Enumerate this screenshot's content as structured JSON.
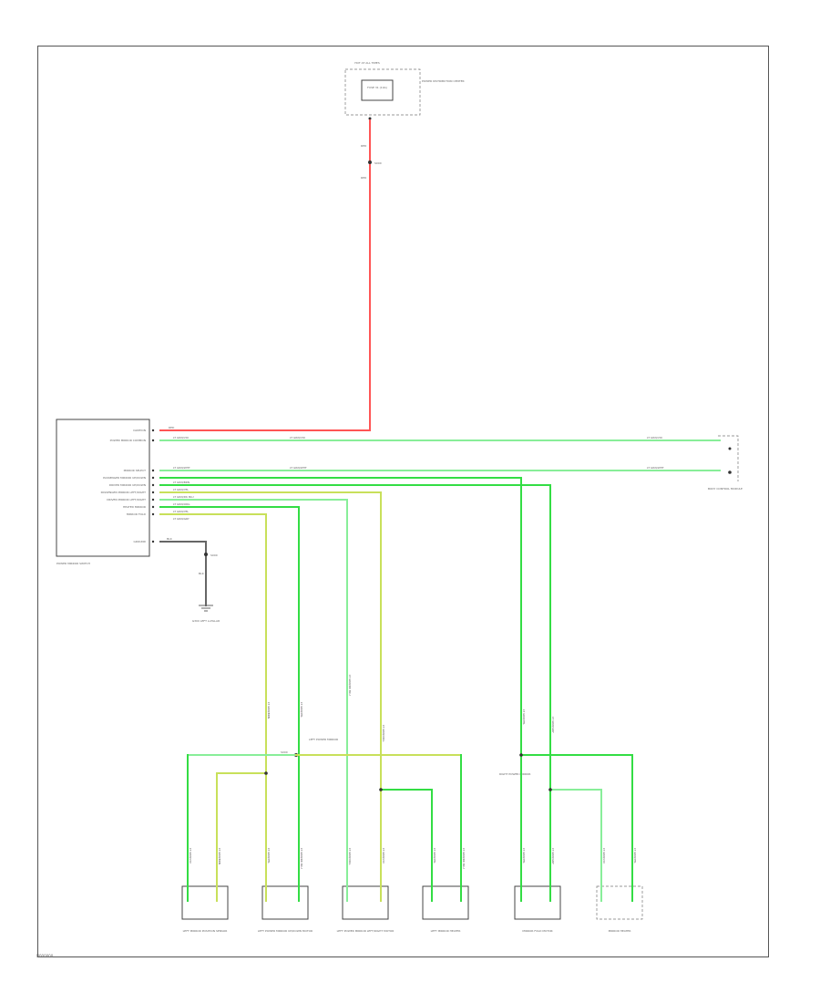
{
  "colors": {
    "red": "#ff5555",
    "green": "#33dd44",
    "lightgreen": "#88ee99",
    "yellowgreen": "#c8e05a",
    "black": "#555555"
  },
  "fuse_block": {
    "title": "HOT AT ALL TIMES",
    "fuse": "FUSE 31 (10A)",
    "location": "POWER DISTRIBUTION CENTER",
    "red_wire": "RED",
    "splice": "S000",
    "red_wire_2": "RED"
  },
  "mirror_switch": {
    "name": "POWER MIRROR SWITCH",
    "pins": [
      {
        "label": "IGNITION",
        "wire": "RED"
      },
      {
        "label": "POWER MIRROR COMMON",
        "wire": "LT GRN/VIO"
      },
      {
        "label": "MIRROR SELECT",
        "wire": "LT GRN/WHT"
      },
      {
        "label": "PASSENGER MIRROR UP/DOWN",
        "wire": "LT GRN/BRN"
      },
      {
        "label": "DRIVER MIRROR UP/DOWN",
        "wire": "LT GRN/YEL"
      },
      {
        "label": "PASSENGER MIRROR LEFT/RIGHT",
        "wire": "LT GRN/DK BLU"
      },
      {
        "label": "DRIVER MIRROR LEFT/RIGHT",
        "wire": "LT GRN/ORG"
      },
      {
        "label": "HEATED MIRROR",
        "wire": "LT GRN/YEL"
      },
      {
        "label": "MIRROR FOLD",
        "wire": "LT GRN/GRY"
      },
      {
        "label": "GROUND",
        "wire": "BLK"
      }
    ]
  },
  "ground": {
    "wire": "BLK",
    "splice": "S000",
    "wire_2": "BLK",
    "name": "G300 LEFT A-PILLAR"
  },
  "body_module": {
    "name": "BODY CONTROL MODULE",
    "wire_1": "LT GRN/VIO",
    "wire_2": "LT GRN/WHT"
  },
  "top_wires": {
    "w1": "LT GRN/VIO",
    "w2": "LT GRN/VIO",
    "w3": "LT GRN/WHT",
    "w4": "LT GRN/WHT"
  },
  "left_mirror": {
    "name": "LEFT POWER MIRROR",
    "vert_wires": [
      "LT GRN/BRN",
      "LT GRN/YEL",
      "LT GRN/DK BLU",
      "LT GRN/ORG"
    ],
    "splice": "S000",
    "motor1": "LEFT MIRROR POSITION SENSOR",
    "motor2": "LEFT POWER MIRROR UP/DOWN MOTOR",
    "motor3": "LEFT POWER MIRROR LEFT/RIGHT MOTOR",
    "motor4": "LEFT MIRROR HEATER",
    "sub_wires": [
      "LT GRN/VIO",
      "LT GRN/BRN",
      "LT GRN/YEL",
      "LT GRN/DK BLU",
      "LT GRN/ORG",
      "LT GRN/VIO",
      "LT GRN/YEL",
      "LT GRN/DK BLU"
    ]
  },
  "right_mirror": {
    "name": "RIGHT POWER MIRROR",
    "vert_wires": [
      "LT GRN/YEL",
      "LT GRN/GRY"
    ],
    "motor1": "MIRROR FOLD MOTOR",
    "motor2": "MIRROR HEATER",
    "sub_wires": [
      "LT GRN/YEL",
      "LT GRN/GRY",
      "LT GRN/VIO",
      "LT GRN/YEL"
    ]
  },
  "fig_id": "N000000"
}
